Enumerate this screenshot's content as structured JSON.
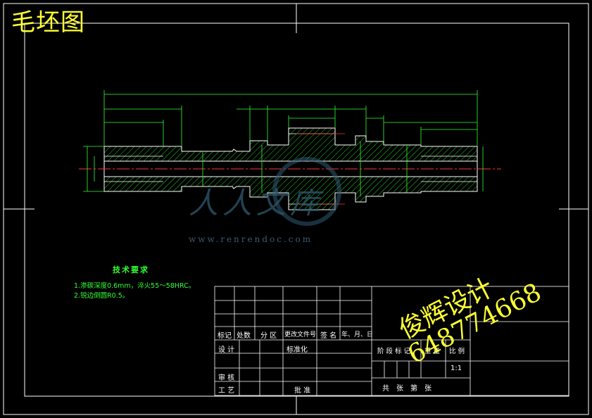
{
  "header": {
    "title": "毛坯图"
  },
  "tech_requirements": {
    "title": "技术要求",
    "items": [
      "1.渗碳深度0.6mm，淬火55～58HRC。",
      "2.锐边倒圆R0.5。"
    ]
  },
  "title_block": {
    "mark": "标记",
    "count": "处数",
    "zone": "分 区",
    "change_doc": "更改文件号",
    "signature": "签 名",
    "date": "年、月、日",
    "design": "设 计",
    "standardize": "标准化",
    "stage_mark": "阶 段 标 记",
    "weight": "重 量",
    "scale_label": "比 例",
    "scale_value": "1:1",
    "review": "审 核",
    "process": "工 艺",
    "approve": "批 准",
    "sheets": "共　张　第　张"
  },
  "watermark": {
    "logo_text": "人人文库",
    "url": "www.renrendoc.com"
  },
  "signature": {
    "line1": "俊辉设计",
    "line2": "648774668"
  },
  "colors": {
    "background": "#000000",
    "frame": "#ffffff",
    "dimension": "#33ff33",
    "centerline": "#ff3333",
    "outline": "#ffffff",
    "hatch": "#33ff33",
    "title_text": "#ffff33",
    "watermark": "#2e5a72"
  }
}
